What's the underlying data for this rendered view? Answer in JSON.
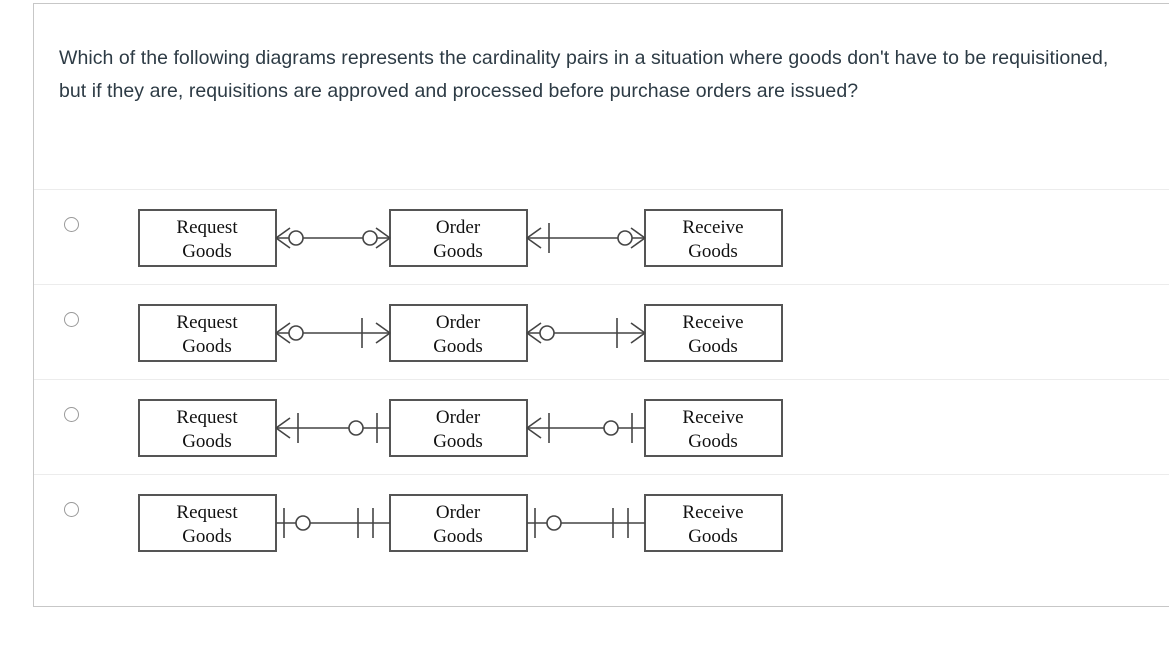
{
  "question": {
    "text": "Which of the following diagrams represents the cardinality pairs in a situation where goods don't have to be requisitioned, but if they are, requisitions are approved and processed before purchase orders are issued?"
  },
  "entities": {
    "e1_line1": "Request",
    "e1_line2": "Goods",
    "e2_line1": "Order",
    "e2_line2": "Goods",
    "e3_line1": "Receive",
    "e3_line2": "Goods"
  },
  "colors": {
    "card_border": "#c7c7c7",
    "divider": "#ececec",
    "text": "#2d3b45",
    "entity_border": "#555555",
    "connector": "#444444",
    "radio_border": "#9a9a9a"
  },
  "options": [
    {
      "id": "option-1",
      "selected": false,
      "relationships": [
        {
          "from": "Request Goods",
          "to": "Order Goods",
          "near_symbol": "crowsfoot-circle",
          "far_symbol": "crowsfoot-circle",
          "near_cardinality": "zero-or-many",
          "far_cardinality": "zero-or-many"
        },
        {
          "from": "Order Goods",
          "to": "Receive Goods",
          "near_symbol": "crowsfoot-bar",
          "far_symbol": "crowsfoot-circle",
          "near_cardinality": "one-or-many",
          "far_cardinality": "zero-or-many"
        }
      ]
    },
    {
      "id": "option-2",
      "selected": false,
      "relationships": [
        {
          "from": "Request Goods",
          "to": "Order Goods",
          "near_symbol": "crowsfoot-circle",
          "far_symbol": "bar-crowsfoot",
          "near_cardinality": "zero-or-many",
          "far_cardinality": "one-or-many"
        },
        {
          "from": "Order Goods",
          "to": "Receive Goods",
          "near_symbol": "crowsfoot-circle",
          "far_symbol": "bar-crowsfoot",
          "near_cardinality": "zero-or-many",
          "far_cardinality": "one-or-many"
        }
      ]
    },
    {
      "id": "option-3",
      "selected": false,
      "relationships": [
        {
          "from": "Request Goods",
          "to": "Order Goods",
          "near_symbol": "crowsfoot-bar",
          "far_symbol": "circle-bar",
          "near_cardinality": "one-or-many",
          "far_cardinality": "zero-or-one"
        },
        {
          "from": "Order Goods",
          "to": "Receive Goods",
          "near_symbol": "crowsfoot-bar",
          "far_symbol": "circle-bar",
          "near_cardinality": "one-or-many",
          "far_cardinality": "zero-or-one"
        }
      ]
    },
    {
      "id": "option-4",
      "selected": false,
      "relationships": [
        {
          "from": "Request Goods",
          "to": "Order Goods",
          "near_symbol": "bar-circle",
          "far_symbol": "double-bar",
          "near_cardinality": "zero-or-one",
          "far_cardinality": "exactly-one"
        },
        {
          "from": "Order Goods",
          "to": "Receive Goods",
          "near_symbol": "bar-circle",
          "far_symbol": "double-bar",
          "near_cardinality": "zero-or-one",
          "far_cardinality": "exactly-one"
        }
      ]
    }
  ]
}
